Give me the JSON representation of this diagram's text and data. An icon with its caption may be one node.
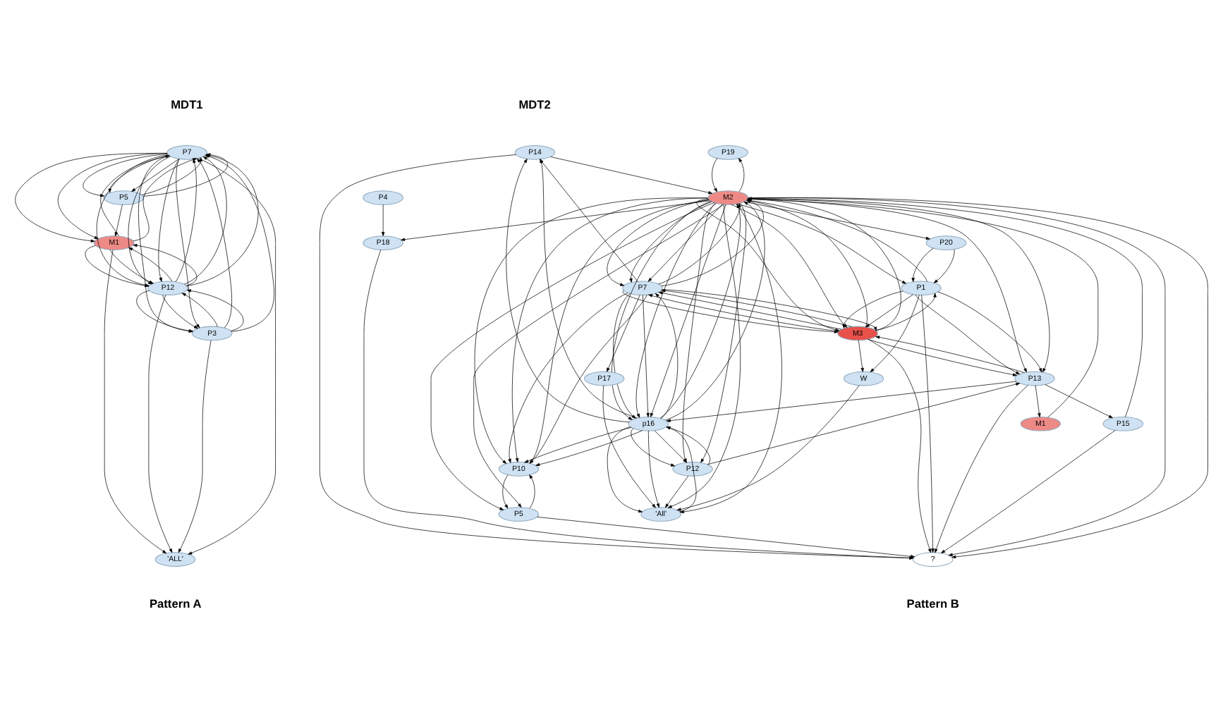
{
  "diagram": {
    "nodes": [
      {
        "text": [
          "P7"
        ]
      },
      {
        "text": [
          "P5"
        ]
      },
      {
        "text": [
          "M1"
        ]
      },
      {
        "text": [
          "P12"
        ]
      },
      {
        "text": [
          "'ALL'"
        ]
      },
      {
        "text": [
          "P3"
        ]
      },
      {
        "text": [
          "P14"
        ]
      },
      {
        "text": [
          "P10"
        ]
      },
      {
        "text": [
          "?"
        ]
      },
      {
        "text": [
          "P19"
        ]
      },
      {
        "text": [
          "M1"
        ]
      },
      {
        "text": [
          "M2"
        ]
      },
      {
        "text": [
          "P5"
        ]
      },
      {
        "text": [
          "P15"
        ]
      },
      {
        "text": [
          "P7"
        ]
      },
      {
        "text": [
          "P1"
        ]
      },
      {
        "text": [
          "M3"
        ]
      },
      {
        "text": [
          "p16"
        ]
      },
      {
        "text": [
          "P12"
        ]
      },
      {
        "text": [
          "W"
        ]
      },
      {
        "text": [
          "P17"
        ]
      },
      {
        "text": [
          "'All'"
        ]
      },
      {
        "text": [
          "P13"
        ]
      },
      {
        "text": [
          "P20"
        ]
      },
      {
        "text": [
          "P4"
        ]
      },
      {
        "text": [
          "P18"
        ]
      }
    ],
    "edges": [
      {
        "from": 0,
        "to": 1,
        "arrow": "to"
      },
      {
        "from": 0,
        "to": 1,
        "arrow": "to"
      },
      {
        "from": 0,
        "to": 1,
        "arrow": "to"
      },
      {
        "from": 1,
        "to": 0,
        "arrow": "to"
      },
      {
        "from": 1,
        "to": 0,
        "arrow": "to"
      },
      {
        "from": 0,
        "to": 2,
        "arrow": "to"
      },
      {
        "from": 0,
        "to": 2,
        "arrow": "to"
      },
      {
        "from": 2,
        "to": 0,
        "arrow": "to"
      },
      {
        "from": 2,
        "to": 0,
        "arrow": "to"
      },
      {
        "from": 0,
        "to": 3,
        "arrow": "to"
      },
      {
        "from": 0,
        "to": 3,
        "arrow": "to"
      },
      {
        "from": 0,
        "to": 3,
        "arrow": "to"
      },
      {
        "from": 3,
        "to": 0,
        "arrow": "to"
      },
      {
        "from": 3,
        "to": 0,
        "arrow": "to"
      },
      {
        "from": 3,
        "to": 0,
        "arrow": "to"
      },
      {
        "from": 2,
        "to": 3,
        "arrow": "to"
      },
      {
        "from": 2,
        "to": 3,
        "arrow": "to"
      },
      {
        "from": 3,
        "to": 2,
        "arrow": "to"
      },
      {
        "from": 3,
        "to": 2,
        "arrow": "to"
      },
      {
        "from": 0,
        "to": 5,
        "arrow": "to"
      },
      {
        "from": 0,
        "to": 5,
        "arrow": "to"
      },
      {
        "from": 5,
        "to": 0,
        "arrow": "to"
      },
      {
        "from": 5,
        "to": 0,
        "arrow": "to"
      },
      {
        "from": 3,
        "to": 5,
        "arrow": "to"
      },
      {
        "from": 3,
        "to": 5,
        "arrow": "to"
      },
      {
        "from": 5,
        "to": 3,
        "arrow": "to"
      },
      {
        "from": 5,
        "to": 3,
        "arrow": "to"
      },
      {
        "from": 1,
        "to": 2,
        "arrow": "to"
      },
      {
        "from": 2,
        "to": 4,
        "arrow": "to"
      },
      {
        "from": 0,
        "to": 4,
        "arrow": "to"
      },
      {
        "from": 3,
        "to": 4,
        "arrow": "to"
      },
      {
        "from": 5,
        "to": 4,
        "arrow": "to"
      },
      {
        "from": 6,
        "to": 11,
        "arrow": "to"
      },
      {
        "from": 6,
        "to": 8,
        "arrow": "to"
      },
      {
        "from": 17,
        "to": 6,
        "arrow": "to"
      },
      {
        "from": 17,
        "to": 6,
        "arrow": "to"
      },
      {
        "from": 14,
        "to": 6,
        "arrow": "to"
      },
      {
        "from": 10,
        "to": 11,
        "arrow": "to"
      },
      {
        "from": 22,
        "to": 10,
        "arrow": "to"
      },
      {
        "from": 11,
        "to": 9,
        "arrow": "to"
      },
      {
        "from": 9,
        "to": 11,
        "arrow": "to"
      },
      {
        "from": 11,
        "to": 7,
        "arrow": "to"
      },
      {
        "from": 11,
        "to": 7,
        "arrow": "to"
      },
      {
        "from": 11,
        "to": 7,
        "arrow": "to"
      },
      {
        "from": 14,
        "to": 7,
        "arrow": "to"
      },
      {
        "from": 14,
        "to": 7,
        "arrow": "to"
      },
      {
        "from": 17,
        "to": 7,
        "arrow": "to"
      },
      {
        "from": 17,
        "to": 7,
        "arrow": "to"
      },
      {
        "from": 7,
        "to": 12,
        "arrow": "to"
      },
      {
        "from": 12,
        "to": 7,
        "arrow": "to"
      },
      {
        "from": 11,
        "to": 8,
        "arrow": "to"
      },
      {
        "from": 11,
        "to": 8,
        "arrow": "to"
      },
      {
        "from": 12,
        "to": 8,
        "arrow": "to"
      },
      {
        "from": 13,
        "to": 8,
        "arrow": "to"
      },
      {
        "from": 15,
        "to": 8,
        "arrow": "to"
      },
      {
        "from": 16,
        "to": 8,
        "arrow": "to"
      },
      {
        "from": 22,
        "to": 8,
        "arrow": "to"
      },
      {
        "from": 25,
        "to": 8,
        "arrow": "to"
      },
      {
        "from": 11,
        "to": 12,
        "arrow": "to"
      },
      {
        "from": 11,
        "to": 12,
        "arrow": "to"
      },
      {
        "from": 13,
        "to": 11,
        "arrow": "to"
      },
      {
        "from": 22,
        "to": 13,
        "arrow": "to"
      },
      {
        "from": 11,
        "to": 14,
        "arrow": "to"
      },
      {
        "from": 11,
        "to": 14,
        "arrow": "to"
      },
      {
        "from": 11,
        "to": 14,
        "arrow": "to"
      },
      {
        "from": 14,
        "to": 11,
        "arrow": "to"
      },
      {
        "from": 14,
        "to": 11,
        "arrow": "to"
      },
      {
        "from": 11,
        "to": 17,
        "arrow": "to"
      },
      {
        "from": 11,
        "to": 17,
        "arrow": "to"
      },
      {
        "from": 11,
        "to": 17,
        "arrow": "to"
      },
      {
        "from": 17,
        "to": 11,
        "arrow": "to"
      },
      {
        "from": 17,
        "to": 11,
        "arrow": "to"
      },
      {
        "from": 11,
        "to": 16,
        "arrow": "to"
      },
      {
        "from": 11,
        "to": 16,
        "arrow": "to"
      },
      {
        "from": 16,
        "to": 11,
        "arrow": "to"
      },
      {
        "from": 16,
        "to": 11,
        "arrow": "to"
      },
      {
        "from": 11,
        "to": 15,
        "arrow": "to"
      },
      {
        "from": 15,
        "to": 11,
        "arrow": "to"
      },
      {
        "from": 11,
        "to": 21,
        "arrow": "to"
      },
      {
        "from": 11,
        "to": 21,
        "arrow": "to"
      },
      {
        "from": 11,
        "to": 22,
        "arrow": "to"
      },
      {
        "from": 11,
        "to": 22,
        "arrow": "to"
      },
      {
        "from": 11,
        "to": 25,
        "arrow": "to"
      },
      {
        "from": 11,
        "to": 18,
        "arrow": "to"
      },
      {
        "from": 11,
        "to": 18,
        "arrow": "to"
      },
      {
        "from": 11,
        "to": 23,
        "arrow": "to"
      },
      {
        "from": 16,
        "to": 14,
        "arrow": "to"
      },
      {
        "from": 16,
        "to": 14,
        "arrow": "to"
      },
      {
        "from": 16,
        "to": 14,
        "arrow": "to"
      },
      {
        "from": 14,
        "to": 16,
        "arrow": "to"
      },
      {
        "from": 14,
        "to": 16,
        "arrow": "to"
      },
      {
        "from": 16,
        "to": 19,
        "arrow": "to"
      },
      {
        "from": 15,
        "to": 19,
        "arrow": "to"
      },
      {
        "from": 15,
        "to": 16,
        "arrow": "to"
      },
      {
        "from": 15,
        "to": 16,
        "arrow": "to"
      },
      {
        "from": 16,
        "to": 15,
        "arrow": "to"
      },
      {
        "from": 22,
        "to": 16,
        "arrow": "to"
      },
      {
        "from": 16,
        "to": 22,
        "arrow": "to"
      },
      {
        "from": 15,
        "to": 22,
        "arrow": "to"
      },
      {
        "from": 15,
        "to": 22,
        "arrow": "to"
      },
      {
        "from": 17,
        "to": 18,
        "arrow": "to"
      },
      {
        "from": 17,
        "to": 18,
        "arrow": "to"
      },
      {
        "from": 18,
        "to": 17,
        "arrow": "to"
      },
      {
        "from": 17,
        "to": 21,
        "arrow": "to"
      },
      {
        "from": 17,
        "to": 21,
        "arrow": "to"
      },
      {
        "from": 21,
        "to": 17,
        "arrow": "to"
      },
      {
        "from": 18,
        "to": 21,
        "arrow": "to"
      },
      {
        "from": 22,
        "to": 17,
        "arrow": "to"
      },
      {
        "from": 14,
        "to": 17,
        "arrow": "to"
      },
      {
        "from": 14,
        "to": 17,
        "arrow": "to"
      },
      {
        "from": 17,
        "to": 14,
        "arrow": "to"
      },
      {
        "from": 14,
        "to": 20,
        "arrow": "to"
      },
      {
        "from": 20,
        "to": 21,
        "arrow": "to"
      },
      {
        "from": 24,
        "to": 25,
        "arrow": "to"
      },
      {
        "from": 19,
        "to": 21,
        "arrow": "to"
      },
      {
        "from": 18,
        "to": 22,
        "arrow": "to"
      },
      {
        "from": 23,
        "to": 15,
        "arrow": "to"
      },
      {
        "from": 23,
        "to": 15,
        "arrow": "to"
      }
    ],
    "labels": [
      "MDT1",
      "MDT2",
      "Pattern A",
      "Pattern B"
    ]
  }
}
